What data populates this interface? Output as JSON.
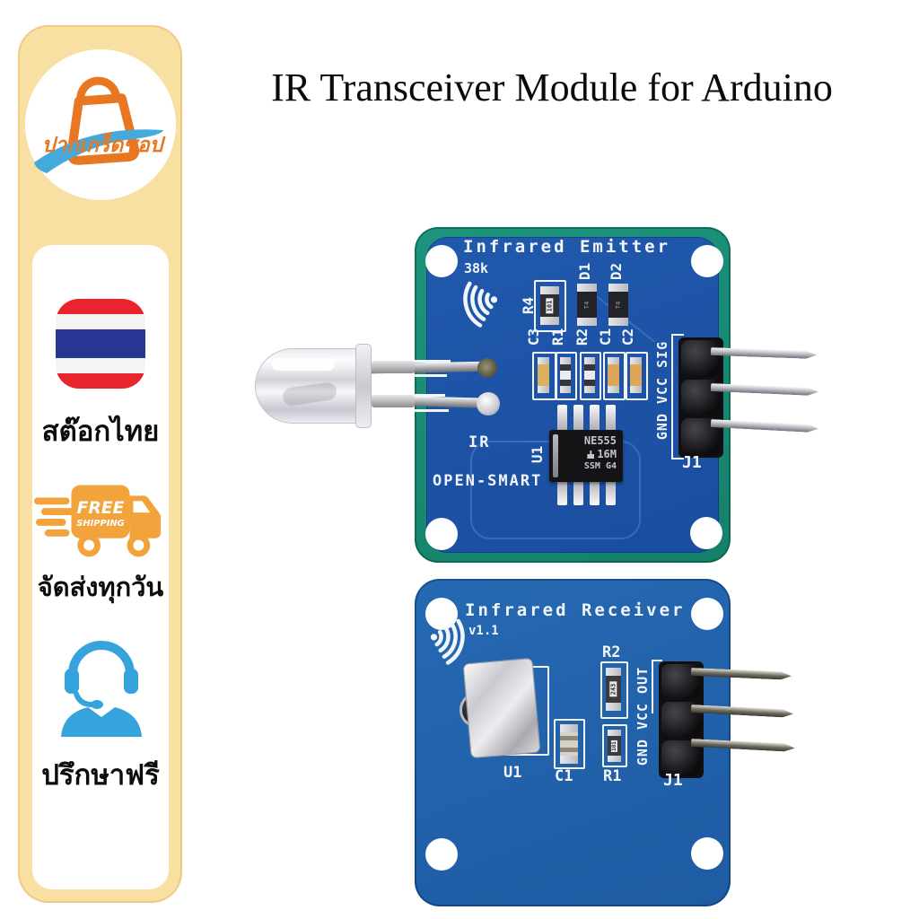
{
  "page": {
    "title": "IR Transceiver Module for Arduino"
  },
  "sidebar": {
    "brand": "ปากเกร็ดชอป",
    "features": [
      {
        "icon": "thai-flag-icon",
        "label": "สต๊อกไทย"
      },
      {
        "icon": "free-shipping-truck-icon",
        "label": "จัดส่งทุกวัน",
        "truck_text": {
          "line1": "FREE",
          "line2": "SHIPPING"
        }
      },
      {
        "icon": "support-headset-icon",
        "label": "ปรึกษาฟรี"
      }
    ]
  },
  "emitter": {
    "title": "Infrared Emitter",
    "frequency": "38k",
    "brand": "OPEN-SMART",
    "led_label": "IR",
    "chip": {
      "ref": "U1",
      "marking_line1": "NE555",
      "marking_line2": "16M",
      "marking_line3": "SSM G4"
    },
    "header": {
      "pin_labels": "GND VCC SIG",
      "ref": "J1"
    },
    "components": {
      "r4": {
        "ref": "R4",
        "value": "101"
      },
      "d1": {
        "ref": "D1",
        "marking": "T4"
      },
      "d2": {
        "ref": "D2",
        "marking": "T4"
      },
      "c3": {
        "ref": "C3"
      },
      "r1": {
        "ref": "R1"
      },
      "r2": {
        "ref": "R2"
      },
      "c1": {
        "ref": "C1"
      },
      "c2": {
        "ref": "C2"
      }
    }
  },
  "receiver": {
    "title": "Infrared Receiver",
    "version": "v1.1",
    "sensor": {
      "ref": "U1"
    },
    "header": {
      "pin_labels": "GND VCC OUT",
      "ref": "J1"
    },
    "components": {
      "r2": {
        "ref": "R2",
        "value": "243"
      },
      "c1": {
        "ref": "C1"
      },
      "r1": {
        "ref": "R1",
        "value": "101"
      }
    }
  },
  "colors": {
    "sidebar_bg": "#F8DFA2",
    "accent_orange": "#E87722",
    "swoosh_blue": "#45AADB",
    "truck_orange": "#F2A33C",
    "headset_blue": "#35A3DC",
    "flag_red": "#E9242E",
    "flag_blue": "#2A3694",
    "emitter_board_teal": "#188A74",
    "emitter_panel_blue": "#1E55A9",
    "receiver_board_blue": "#2267AF"
  }
}
